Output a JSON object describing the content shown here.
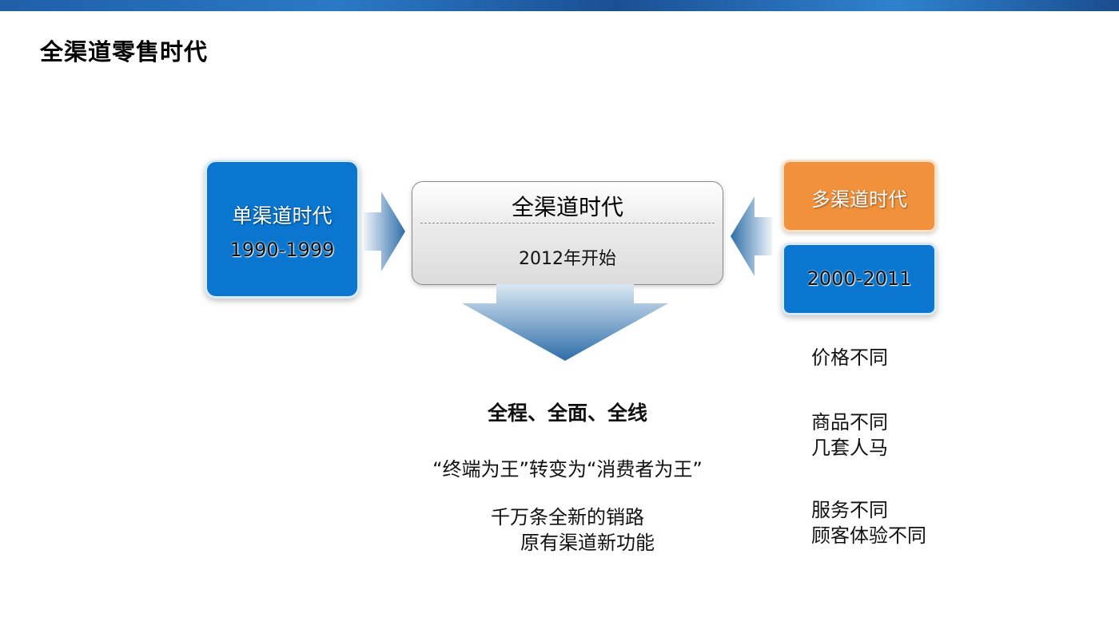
{
  "page": {
    "title": "全渠道零售时代"
  },
  "single_channel": {
    "label": "单渠道时代",
    "years": "1990-1999"
  },
  "omni_channel": {
    "label": "全渠道时代",
    "start": "2012年开始"
  },
  "multi_channel": {
    "label": "多渠道时代",
    "years": "2000-2011"
  },
  "omni_points": {
    "coverage": "全程、全面、全线",
    "shift": "“终端为王”转变为“消费者为王”",
    "new_roads": "千万条全新的销路",
    "new_functions": "原有渠道新功能"
  },
  "multi_points": [
    "价格不同",
    "商品不同",
    "几套人马",
    "服务不同",
    "顾客体验不同"
  ],
  "colors": {
    "blue": "#0a76d0",
    "orange": "#f2913c",
    "arrow_dark": "#2e6ea8",
    "arrow_light": "#dbe8f4"
  }
}
